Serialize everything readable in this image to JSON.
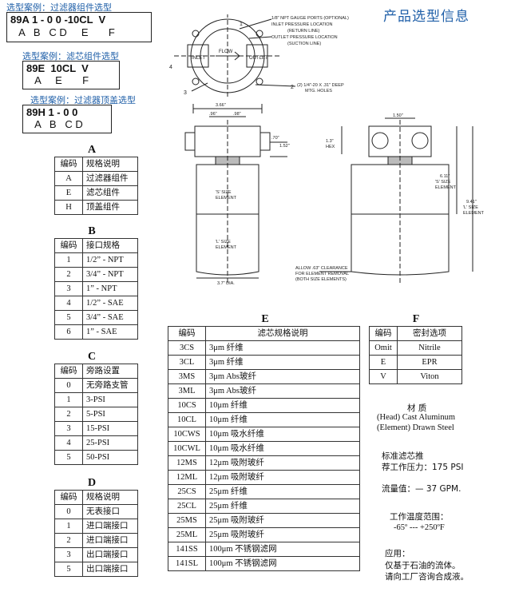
{
  "page_title": "产品选型信息",
  "examples": [
    {
      "label": "选型案例：过滤器组件选型",
      "code": "89A 1 - 0 0 -10CL  V",
      "letters": "   A   B   C D     E       F"
    },
    {
      "label": "选型案例：滤芯组件选型",
      "code": "89E  10CL  V",
      "letters": "   A     E       F"
    },
    {
      "label": "选型案例：过滤器顶盖选型",
      "code": "89H 1 - 0 0",
      "letters": "   A   B   C D"
    }
  ],
  "table_a": {
    "title": "A",
    "headers": [
      "编码",
      "规格说明"
    ],
    "rows": [
      [
        "A",
        "过滤器组件"
      ],
      [
        "E",
        "滤芯组件"
      ],
      [
        "H",
        "顶盖组件"
      ]
    ]
  },
  "table_b": {
    "title": "B",
    "headers": [
      "编码",
      "接口规格"
    ],
    "rows": [
      [
        "1",
        "1/2” - NPT"
      ],
      [
        "2",
        "3/4” - NPT"
      ],
      [
        "3",
        "1” - NPT"
      ],
      [
        "4",
        "1/2” - SAE"
      ],
      [
        "5",
        "3/4” - SAE"
      ],
      [
        "6",
        "1” - SAE"
      ]
    ]
  },
  "table_c": {
    "title": "C",
    "headers": [
      "编码",
      "旁路设置"
    ],
    "rows": [
      [
        "0",
        "无旁路支管"
      ],
      [
        "1",
        "3-PSI"
      ],
      [
        "2",
        "5-PSI"
      ],
      [
        "3",
        "15-PSI"
      ],
      [
        "4",
        "25-PSI"
      ],
      [
        "5",
        "50-PSI"
      ]
    ]
  },
  "table_d": {
    "title": "D",
    "headers": [
      "编码",
      "规格说明"
    ],
    "rows": [
      [
        "0",
        "无表接口"
      ],
      [
        "1",
        "进口端接口"
      ],
      [
        "2",
        "进口端接口"
      ],
      [
        "3",
        "出口端接口"
      ],
      [
        "5",
        "出口端接口"
      ]
    ]
  },
  "table_e": {
    "title": "E",
    "headers": [
      "编码",
      "滤芯规格说明"
    ],
    "rows": [
      [
        "3CS",
        "3μm 纤维"
      ],
      [
        "3CL",
        "3μm 纤维"
      ],
      [
        "3MS",
        "3μm Abs玻纤"
      ],
      [
        "3ML",
        "3μm Abs玻纤"
      ],
      [
        "10CS",
        "10μm 纤维"
      ],
      [
        "10CL",
        "10μm 纤维"
      ],
      [
        "10CWS",
        "10μm 吸水纤维"
      ],
      [
        "10CWL",
        "10μm 吸水纤维"
      ],
      [
        "12MS",
        "12μm 吸附玻纤"
      ],
      [
        "12ML",
        "12μm 吸附玻纤"
      ],
      [
        "25CS",
        "25μm 纤维"
      ],
      [
        "25CL",
        "25μm 纤维"
      ],
      [
        "25MS",
        "25μm 吸附玻纤"
      ],
      [
        "25ML",
        "25μm 吸附玻纤"
      ],
      [
        "141SS",
        "100μm 不锈钢滤网"
      ],
      [
        "141SL",
        "100μm 不锈钢滤网"
      ]
    ]
  },
  "table_f": {
    "title": "F",
    "headers": [
      "编码",
      "密封选项"
    ],
    "rows": [
      [
        "Omit",
        "Nitrile"
      ],
      [
        "E",
        "EPR"
      ],
      [
        "V",
        "Viton"
      ]
    ]
  },
  "material": {
    "title": "材 质",
    "line1": "(Head) Cast Aluminum",
    "line2": "(Element) Drawn Steel"
  },
  "pressure": {
    "line1": "标准滤芯推",
    "line2": "荐工作压力：175 PSI"
  },
  "flow": "流量值：— 37 GPM.",
  "temperature": {
    "title": "工作温度范围：",
    "value": "-65º --- +250ºF"
  },
  "application": {
    "title": "应用：",
    "line1": "仅基于石油的流体。",
    "line2": "请向工厂咨询合成液。"
  },
  "drawing": {
    "gauge_ports": "1/8\" NPT GAUGE PORTS (OPTIONAL)",
    "inlet_pressure": "INLET PRESSURE LOCATION",
    "return_line": "(RETURN LINE)",
    "outlet_pressure": "OUTLET PRESSURE LOCATION",
    "suction_line": "(SUCTION LINE)",
    "holes": "(2) 1/4\"-20 X .31\" DEEP",
    "holes2": "MTG. HOLES",
    "inlet": "INLET",
    "outlet": "OUTLET",
    "flow": "FLOW",
    "n1": "1",
    "n2": "2",
    "n3": "3",
    "n4": "4",
    "dim_width": "3.66\"",
    "dim_96a": ".96\"",
    "dim_96b": ".98\"",
    "dim_70": ".70\"",
    "dim_152": "1.52\"",
    "dim_150": "1.50\"",
    "dim_13": "1.3\"",
    "hex": "HEX",
    "s_element": "'S' SIZE",
    "element": "ELEMENT",
    "l_element": "'L' SIZE",
    "dim_611": "6.11\"",
    "dim_941": "9.41\"",
    "s_size_el": "'S' SIZE",
    "l_size_el": "'L' SIZE",
    "clearance1": "ALLOW .63\" CLEARANCE",
    "clearance2": "FOR ELEMENT REMOVAL",
    "clearance3": "(BOTH SIZE ELEMENTS)",
    "dia": "3.7\" DIA."
  }
}
